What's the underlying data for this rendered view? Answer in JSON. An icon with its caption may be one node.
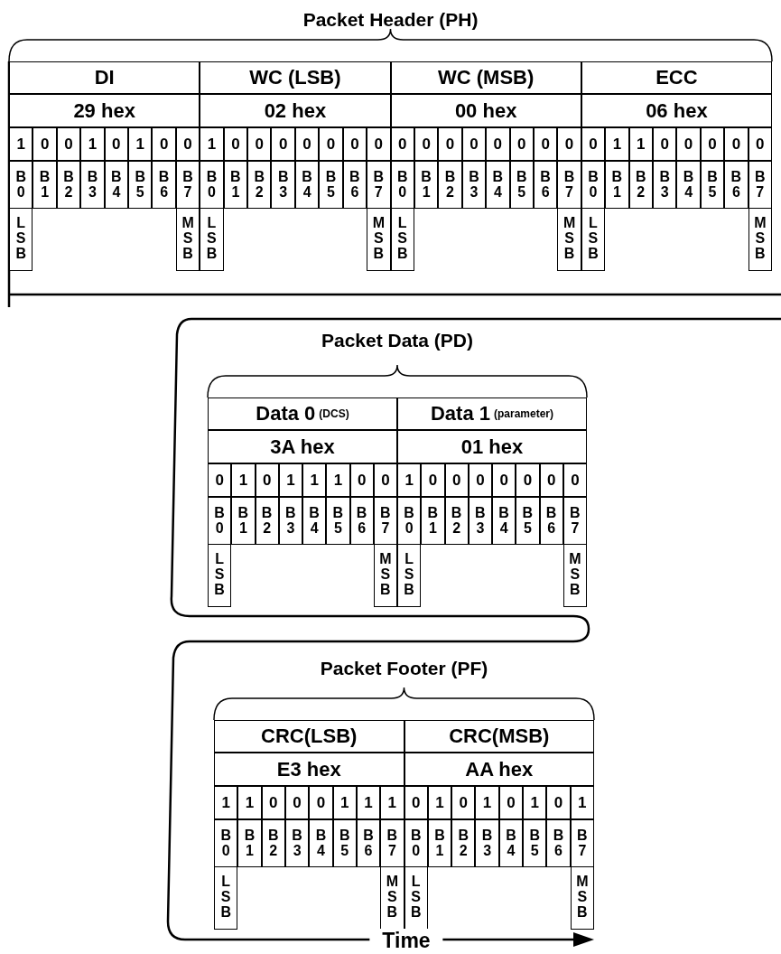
{
  "diagram": {
    "labels": [
      "Packet Header (PH)",
      "DI",
      "WC (LSB)",
      "WC (MSB)",
      "ECC",
      "29 hex",
      "02 hex",
      "00 hex",
      "06 hex",
      "1",
      "0",
      "0",
      "1",
      "0",
      "1",
      "0",
      "0",
      "1",
      "0",
      "0",
      "0",
      "0",
      "0",
      "0",
      "0",
      "0",
      "0",
      "0",
      "0",
      "0",
      "0",
      "0",
      "0",
      "0",
      "1",
      "1",
      "0",
      "0",
      "0",
      "0",
      "0",
      "B 0",
      "B 1",
      "B 2",
      "B 3",
      "B 4",
      "B 5",
      "B 6",
      "B 7",
      "B 0",
      "B 1",
      "B 2",
      "B 3",
      "B 4",
      "B 5",
      "B 6",
      "B 7",
      "B 0",
      "B 1",
      "B 2",
      "B 3",
      "B 4",
      "B 5",
      "B 6",
      "B 7",
      "B 0",
      "B 1",
      "B 2",
      "B 3",
      "B 4",
      "B 5",
      "B 6",
      "B 7",
      "L S B",
      "M S B",
      "L S B",
      "M S B",
      "L S B",
      "M S B",
      "L S B",
      "M S B",
      "Packet Data (PD)",
      "Data 0",
      "(DCS)",
      "Data 1",
      "(parameter)",
      "3A hex",
      "01 hex",
      "0",
      "1",
      "0",
      "1",
      "1",
      "1",
      "0",
      "0",
      "1",
      "0",
      "0",
      "0",
      "0",
      "0",
      "0",
      "0",
      "B 0",
      "B 1",
      "B 2",
      "B 3",
      "B 4",
      "B 5",
      "B 6",
      "B 7",
      "B 0",
      "B 1",
      "B 2",
      "B 3",
      "B 4",
      "B 5",
      "B 6",
      "B 7",
      "L S B",
      "M S B",
      "L S B",
      "M S B",
      "Packet Footer (PF)",
      "CRC(LSB)",
      "CRC(MSB)",
      "E3 hex",
      "AA hex",
      "1",
      "1",
      "0",
      "0",
      "0",
      "1",
      "1",
      "1",
      "0",
      "1",
      "0",
      "1",
      "0",
      "1",
      "0",
      "1",
      "B 0",
      "B 1",
      "B 2",
      "B 3",
      "B 4",
      "B 5",
      "B 6",
      "B 7",
      "B 0",
      "B 1",
      "B 2",
      "B 3",
      "B 4",
      "B 5",
      "B 6",
      "B 7",
      "L S B",
      "M S B",
      "L S B",
      "M S B",
      "Time"
    ]
  }
}
